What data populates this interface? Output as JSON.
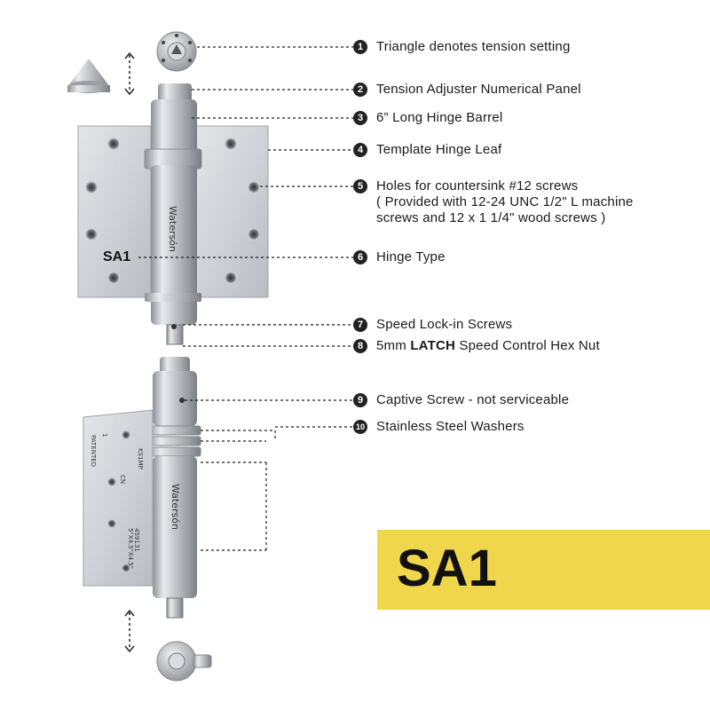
{
  "callouts": [
    {
      "num": "1",
      "text": "Triangle denotes tension setting"
    },
    {
      "num": "2",
      "text": "Tension Adjuster Numerical Panel"
    },
    {
      "num": "3",
      "text": "6” Long Hinge Barrel"
    },
    {
      "num": "4",
      "text": "Template Hinge Leaf"
    },
    {
      "num": "5",
      "line1": "Holes for countersink #12 screws",
      "line2": "( Provided with 12-24 UNC 1/2\" L machine",
      "line3": "screws and 12 x 1 1/4\" wood screws )"
    },
    {
      "num": "6",
      "text": "Hinge Type"
    },
    {
      "num": "7",
      "text": "Speed Lock-in Screws"
    },
    {
      "num": "8",
      "pre": "5mm ",
      "bold": "LATCH",
      "post": " Speed Control Hex Nut"
    },
    {
      "num": "9",
      "text": "Captive Screw - not serviceable"
    },
    {
      "num": "10",
      "text": "Stainless Steel Washers"
    }
  ],
  "hinge_label": "SA1",
  "banner_text": "SA1",
  "brand": "Watersón",
  "leaf_stamp": {
    "line1": "KS1MP",
    "line2": "1",
    "line3": "CN",
    "line4": "PATENTED",
    "line5": "459131",
    "line6": "5\"X4.5\"X4.5\""
  },
  "colors": {
    "banner": "#f0d64a",
    "metal": "#c9ccd0",
    "callout_dot": "#222222"
  }
}
